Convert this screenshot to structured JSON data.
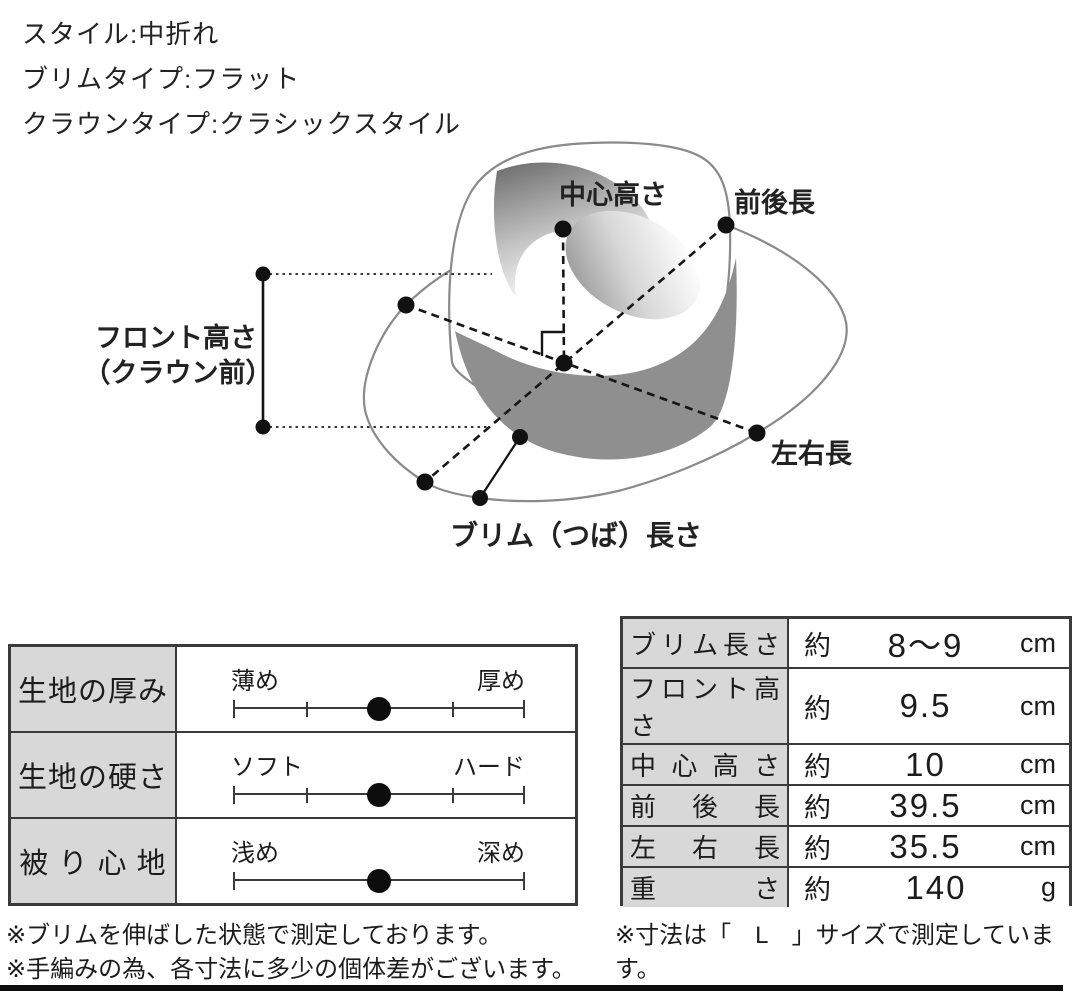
{
  "header": {
    "lines": [
      "スタイル:中折れ",
      "ブリムタイプ:フラット",
      "クラウンタイプ:クラシックスタイル"
    ]
  },
  "diagram": {
    "labels": {
      "center_height": "中心高さ",
      "front_back_length": "前後長",
      "front_height_line1": "フロント高さ",
      "front_height_line2": "（クラウン前）",
      "left_right_length": "左右長",
      "brim_length": "ブリム（つば）長さ"
    },
    "colors": {
      "band_gray": "#8f8f8f",
      "outline_gray": "#8a8a8a",
      "marker_black": "#111111"
    }
  },
  "feel_table": {
    "rows": [
      {
        "label": "生地の厚み",
        "min": "薄め",
        "max": "厚め",
        "value": 0.5
      },
      {
        "label": "生地の硬さ",
        "min": "ソフト",
        "max": "ハード",
        "value": 0.5
      },
      {
        "label": "被 り 心 地",
        "min": "浅め",
        "max": "深め",
        "value": 0.5
      }
    ]
  },
  "size_table": {
    "rows": [
      {
        "label": "ブリム長さ",
        "approx": "約",
        "value": "8～9",
        "unit": "cm"
      },
      {
        "label": "フロント高さ",
        "approx": "約",
        "value": "9.5",
        "unit": "cm"
      },
      {
        "label": "中 心 高 さ",
        "approx": "約",
        "value": "10",
        "unit": "cm"
      },
      {
        "label": "前　後　長",
        "approx": "約",
        "value": "39.5",
        "unit": "cm"
      },
      {
        "label": "左　右　長",
        "approx": "約",
        "value": "35.5",
        "unit": "cm"
      },
      {
        "label": "重　　　さ",
        "approx": "約",
        "value": "140",
        "unit": "g"
      }
    ]
  },
  "notes": {
    "left": [
      "※ブリムを伸ばした状態で測定しております。",
      "※手編みの為、各寸法に多少の個体差がございます。"
    ],
    "right": [
      "※寸法は「　L　」サイズで測定しています。"
    ]
  }
}
